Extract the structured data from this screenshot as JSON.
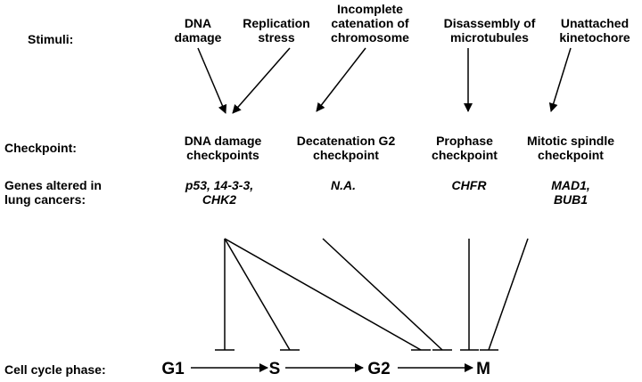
{
  "row_labels": {
    "stimuli": "Stimuli:",
    "checkpoint": "Checkpoint:",
    "genes_line1": "Genes altered in",
    "genes_line2": "lung cancers:",
    "phase": "Cell cycle phase:"
  },
  "stimuli": [
    {
      "lines": [
        "DNA",
        "damage"
      ]
    },
    {
      "lines": [
        "Replication",
        "stress"
      ]
    },
    {
      "lines": [
        "Incomplete",
        "catenation of",
        "chromosome"
      ]
    },
    {
      "lines": [
        "Disassembly of",
        "microtubules"
      ]
    },
    {
      "lines": [
        "Unattached",
        "kinetochore"
      ]
    }
  ],
  "checkpoints": [
    {
      "lines": [
        "DNA damage",
        "checkpoints"
      ],
      "genes": [
        "p53, 14-3-3,",
        "CHK2"
      ]
    },
    {
      "lines": [
        "Decatenation G2",
        "checkpoint"
      ],
      "genes": [
        "N.A."
      ]
    },
    {
      "lines": [
        "Prophase",
        "checkpoint"
      ],
      "genes": [
        "CHFR"
      ]
    },
    {
      "lines": [
        "Mitotic spindle",
        "checkpoint"
      ],
      "genes": [
        "MAD1,",
        "BUB1"
      ]
    }
  ],
  "phases": [
    "G1",
    "S",
    "G2",
    "M"
  ]
}
